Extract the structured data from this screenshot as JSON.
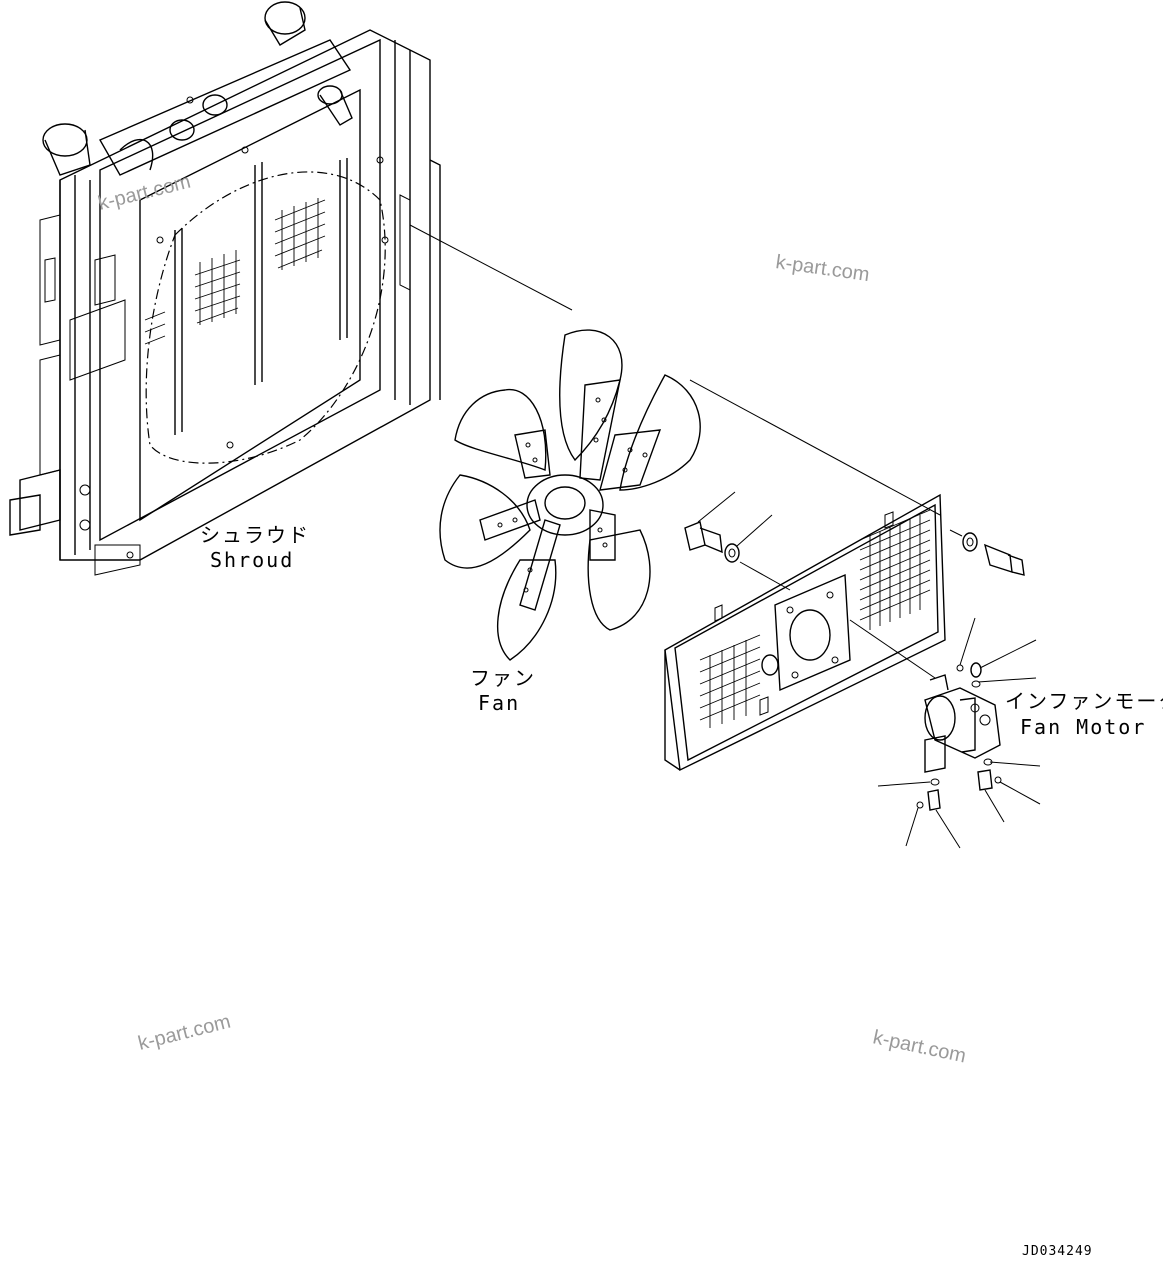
{
  "labels": {
    "shroud_jp": "シュラウド",
    "shroud_en": "Shroud",
    "fan_jp": "ファン",
    "fan_en": "Fan",
    "motor_jp": "インファンモータ",
    "motor_en": "Fan Motor"
  },
  "watermarks": [
    "k-part.com",
    "k-part.com",
    "k-part.com",
    "k-part.com"
  ],
  "drawing_code": "JD034249"
}
